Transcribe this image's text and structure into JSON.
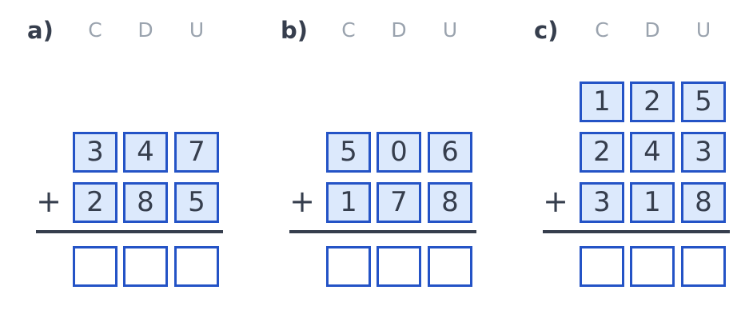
{
  "problems": [
    {
      "label": "a)",
      "headers": [
        "C",
        "D",
        "U"
      ],
      "operator": "+",
      "rows": [
        [
          "3",
          "4",
          "7"
        ],
        [
          "2",
          "8",
          "5"
        ]
      ]
    },
    {
      "label": "b)",
      "headers": [
        "C",
        "D",
        "U"
      ],
      "operator": "+",
      "rows": [
        [
          "5",
          "0",
          "6"
        ],
        [
          "1",
          "7",
          "8"
        ]
      ]
    },
    {
      "label": "c)",
      "headers": [
        "C",
        "D",
        "U"
      ],
      "operator": "+",
      "rows": [
        [
          "1",
          "2",
          "5"
        ],
        [
          "2",
          "4",
          "3"
        ],
        [
          "3",
          "1",
          "8"
        ]
      ]
    }
  ],
  "colors": {
    "box_border": "#2453c6",
    "box_fill": "#dce9fc",
    "text": "#363e4d",
    "header": "#9aa3ae"
  }
}
